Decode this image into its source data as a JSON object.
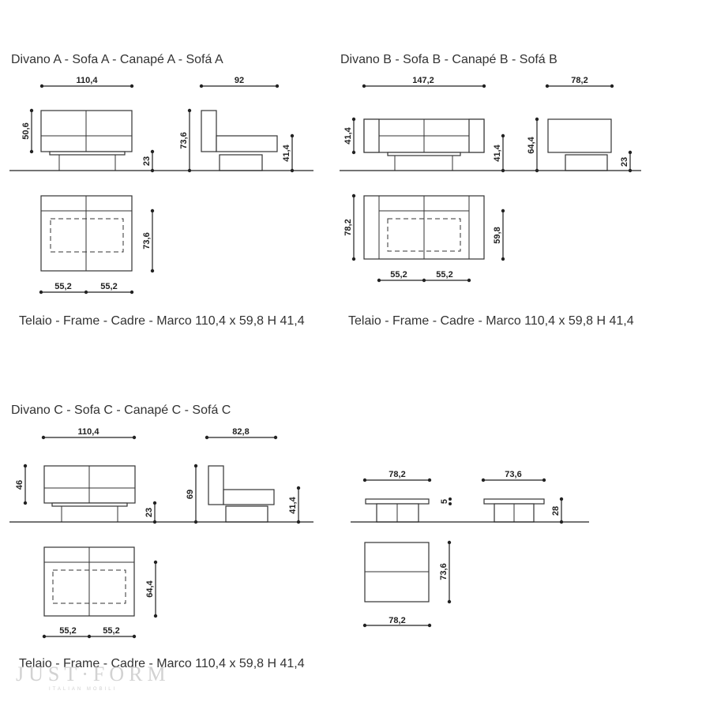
{
  "sofa_a": {
    "title": "Divano A - Sofa A - Canapé A - Sofá A",
    "front_width": "110,4",
    "front_height": "50,6",
    "leg_height": "23",
    "side_depth": "92",
    "side_height": "73,6",
    "side_seat_height": "41,4",
    "plan_depth": "73,6",
    "plan_seat_left": "55,2",
    "plan_seat_right": "55,2",
    "frame": "Telaio - Frame - Cadre - Marco 110,4 x 59,8 H 41,4"
  },
  "sofa_b": {
    "title": "Divano B - Sofa B - Canapé B - Sofá B",
    "front_width": "147,2",
    "front_height": "41,4",
    "front_seat_height": "41,4",
    "side_depth": "78,2",
    "side_height": "64,4",
    "leg_height": "23",
    "plan_depth": "78,2",
    "plan_inner_depth": "59,8",
    "plan_seat_left": "55,2",
    "plan_seat_right": "55,2",
    "frame": "Telaio - Frame - Cadre - Marco 110,4 x 59,8 H 41,4"
  },
  "sofa_c": {
    "title": "Divano C - Sofa C - Canapé C - Sofá C",
    "front_width": "110,4",
    "front_height": "46",
    "leg_height": "23",
    "side_depth": "82,8",
    "side_height": "69",
    "side_seat_height": "41,4",
    "plan_depth": "64,4",
    "plan_seat_left": "55,2",
    "plan_seat_right": "55,2",
    "frame": "Telaio - Frame - Cadre - Marco 110,4 x 59,8 H 41,4"
  },
  "table": {
    "front_width": "78,2",
    "top_thickness": "5",
    "side_depth": "73,6",
    "height": "28",
    "plan_depth": "73,6",
    "plan_width": "78,2"
  },
  "watermark": {
    "brand": "JUST·FORM",
    "tagline": "ITALIAN MOBILI"
  }
}
